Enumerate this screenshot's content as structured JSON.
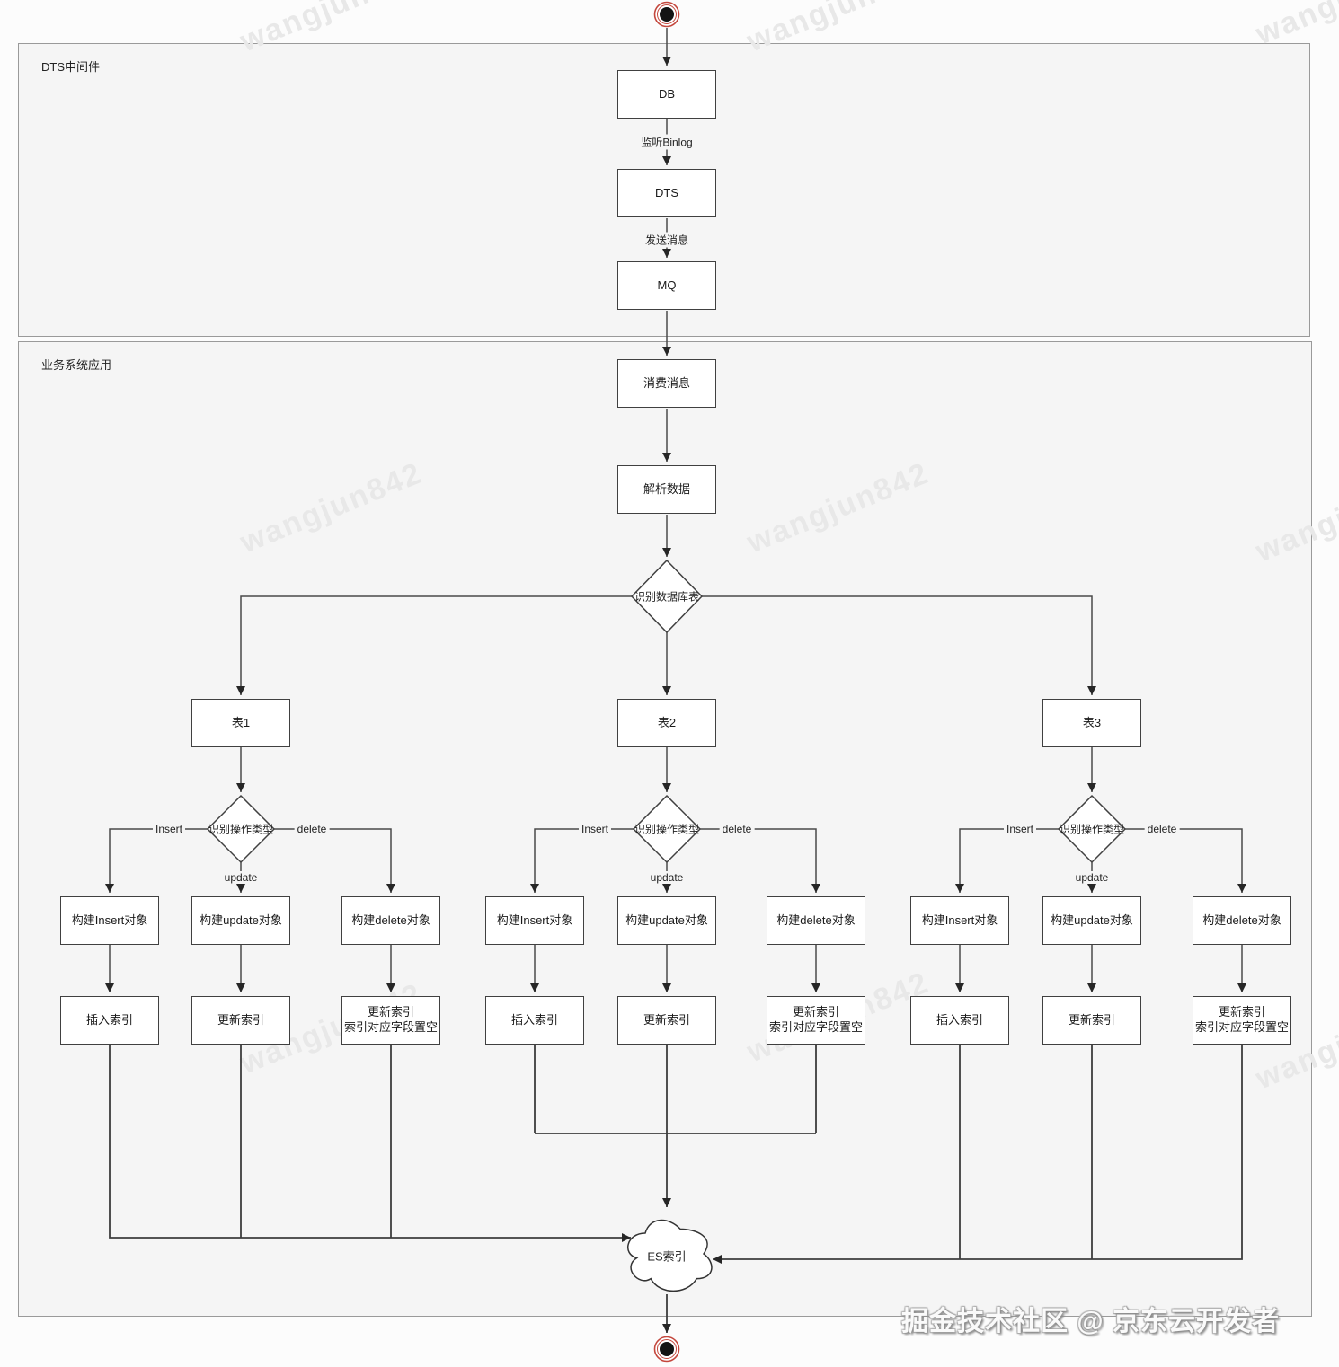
{
  "colors": {
    "terminal_ring": "#c4473d",
    "terminal_core": "#141414",
    "edge": "#4a4a4a",
    "node_border": "#404040",
    "node_fill": "#ffffff",
    "container_fill": "#f5f5f5",
    "watermark": "#e8e8e8"
  },
  "containers": {
    "dts_label": "DTS中间件",
    "biz_label": "业务系统应用"
  },
  "nodes": {
    "db": "DB",
    "dts": "DTS",
    "mq": "MQ",
    "consume_message": "消费消息",
    "parse_data": "解析数据",
    "identify_table": "识别数据库表",
    "table1": "表1",
    "table2": "表2",
    "table3": "表3",
    "identify_operation": "识别操作类型",
    "build_insert": "构建Insert对象",
    "build_update": "构建update对象",
    "build_delete": "构建delete对象",
    "insert_index": "插入索引",
    "update_index": "更新索引",
    "update_index_clear_line1": "更新索引",
    "update_index_clear_line2": "索引对应字段置空",
    "es_index": "ES索引"
  },
  "edge_labels": {
    "listen_binlog": "监听Binlog",
    "send_message": "发送消息",
    "insert": "Insert",
    "update": "update",
    "delete": "delete"
  },
  "watermarks": {
    "user": "wangjun842",
    "footer": "掘金技术社区 @ 京东云开发者"
  }
}
